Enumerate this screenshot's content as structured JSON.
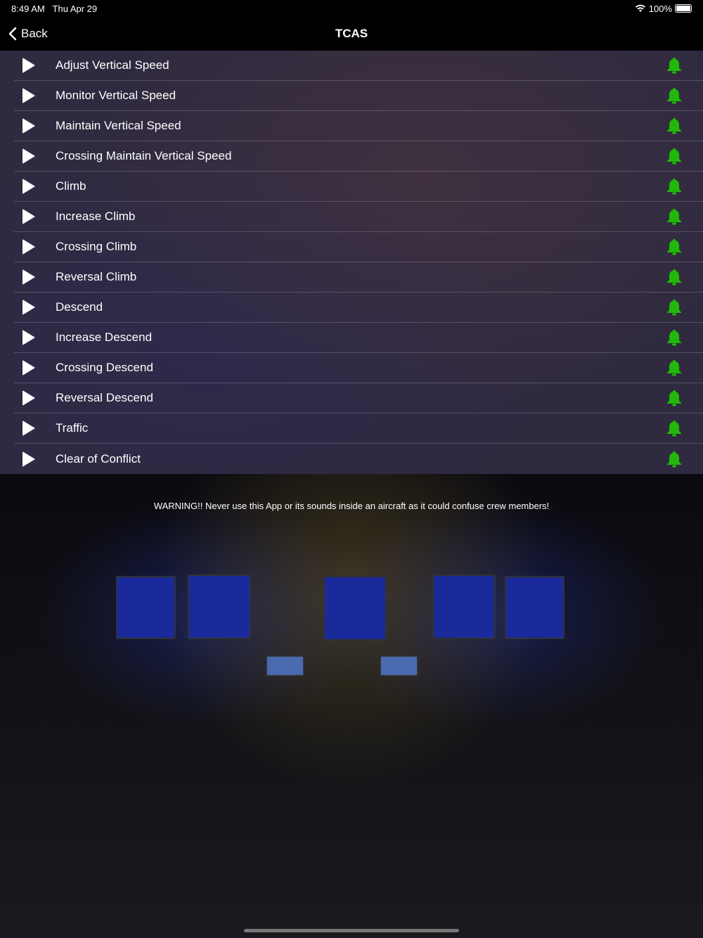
{
  "status": {
    "time": "8:49 AM",
    "date": "Thu Apr 29",
    "battery": "100%"
  },
  "nav": {
    "back_label": "Back",
    "title": "TCAS"
  },
  "items": [
    {
      "label": "Adjust Vertical Speed"
    },
    {
      "label": "Monitor Vertical Speed"
    },
    {
      "label": "Maintain Vertical Speed"
    },
    {
      "label": "Crossing Maintain Vertical Speed"
    },
    {
      "label": "Climb"
    },
    {
      "label": "Increase Climb"
    },
    {
      "label": "Crossing Climb"
    },
    {
      "label": "Reversal Climb"
    },
    {
      "label": "Descend"
    },
    {
      "label": "Increase Descend"
    },
    {
      "label": "Crossing Descend"
    },
    {
      "label": "Reversal Descend"
    },
    {
      "label": "Traffic"
    },
    {
      "label": "Clear of Conflict"
    }
  ],
  "warning": "WARNING!! Never use this App or its sounds inside an aircraft as it could confuse crew members!",
  "colors": {
    "bell": "#22b80a",
    "list_bg": "#2f2a40"
  }
}
